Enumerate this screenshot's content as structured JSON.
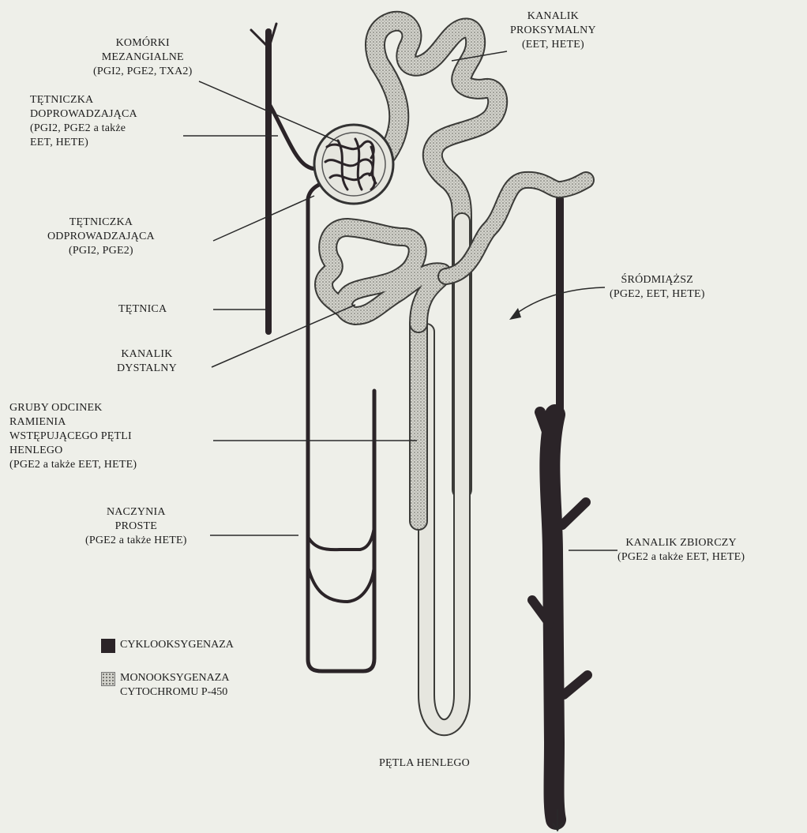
{
  "labels": {
    "mesangial": [
      "KOMÓRKI",
      "MEZANGIALNE",
      "(PGI2, PGE2, TXA2)"
    ],
    "afferent": [
      "TĘTNICZKA",
      "DOPROWADZAJĄCA",
      "(PGI2, PGE2 a także",
      "EET, HETE)"
    ],
    "efferent": [
      "TĘTNICZKA",
      "ODPROWADZAJĄCA",
      "(PGI2, PGE2)"
    ],
    "artery": [
      "TĘTNICA"
    ],
    "distal": [
      "KANALIK",
      "DYSTALNY"
    ],
    "thick_ascending": [
      "GRUBY ODCINEK",
      "RAMIENIA",
      "WSTĘPUJĄCEGO PĘTLI",
      "HENLEGO",
      "(PGE2 a także EET, HETE)"
    ],
    "vasa_recta": [
      "NACZYNIA",
      "PROSTE",
      "(PGE2 a także HETE)"
    ],
    "proximal": [
      "KANALIK",
      "PROKSYMALNY",
      "(EET, HETE)"
    ],
    "interstitium": [
      "ŚRÓDMIĄŻSZ",
      "(PGE2, EET, HETE)"
    ],
    "collecting": [
      "KANALIK ZBIORCZY",
      "(PGE2 a także EET, HETE)"
    ],
    "loop": [
      "PĘTLA HENLEGO"
    ]
  },
  "legend": [
    {
      "icon": "dark-square-icon",
      "lines": [
        "CYKLOOKSYGENAZA"
      ]
    },
    {
      "icon": "dotted-square-icon",
      "lines": [
        "MONOOKSYGENAZA",
        "CYTOCHROMU P-450"
      ]
    }
  ],
  "colors": {
    "background": "#eeefe9",
    "vessel": "#2b2428",
    "tubule_fill": "#cfcfc8",
    "leader": "#2a2a2a"
  }
}
